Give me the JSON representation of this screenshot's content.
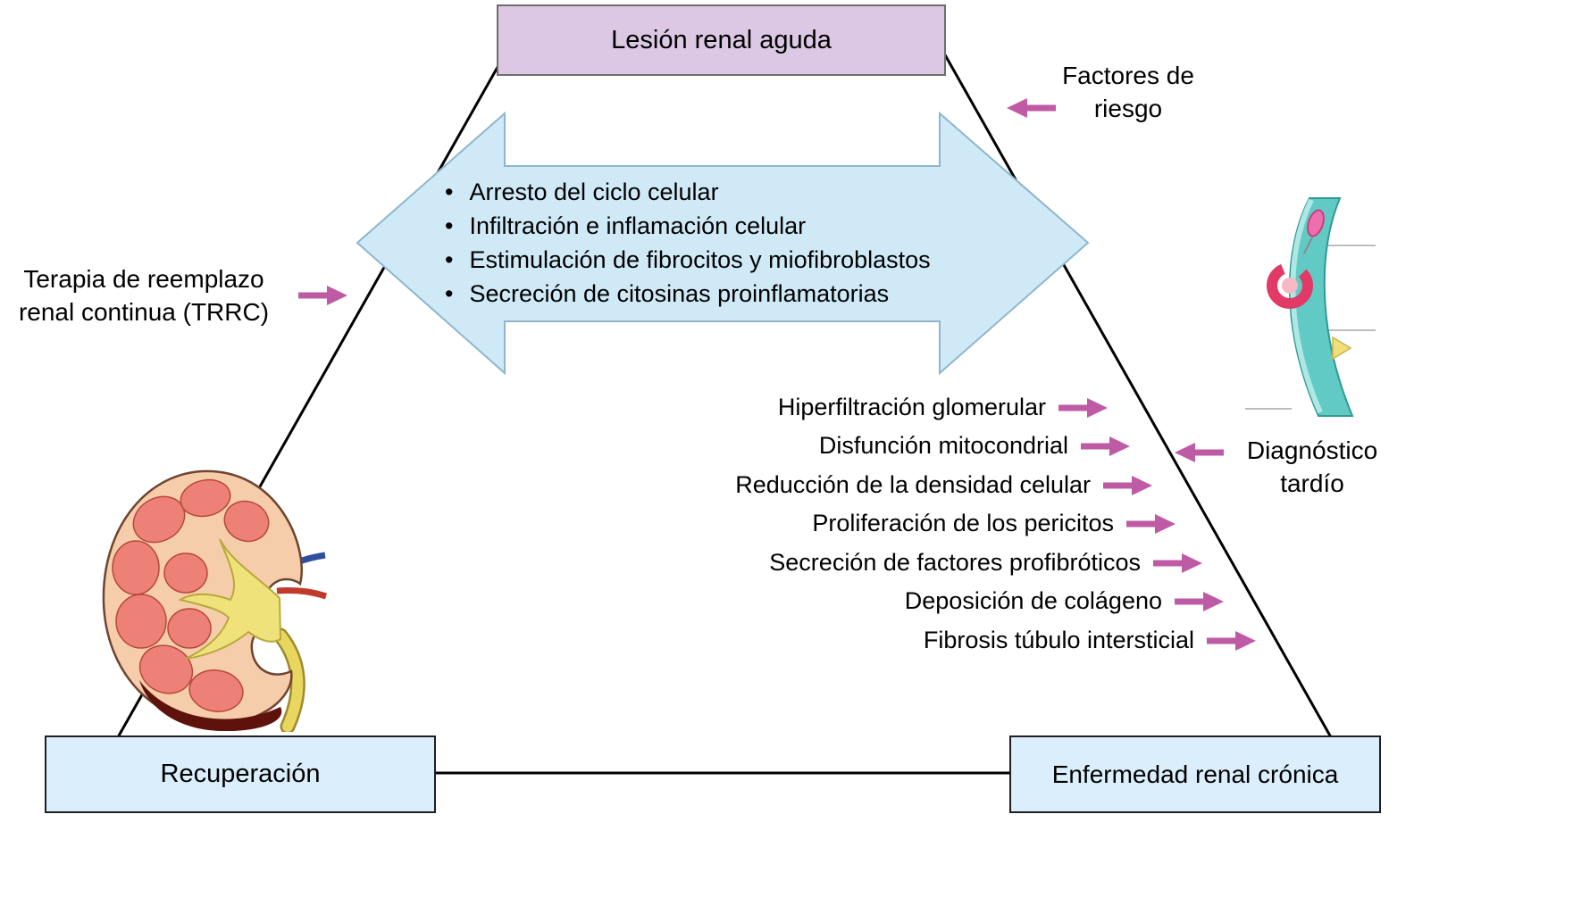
{
  "nodes": {
    "top": {
      "label": "Lesión renal aguda"
    },
    "bottom_left": {
      "label": "Recuperación"
    },
    "bottom_right": {
      "label": "Enfermedad renal crónica"
    }
  },
  "callouts": {
    "risk_factors": {
      "label": "Factores de riesgo",
      "arrow_direction": "left"
    },
    "crrt": {
      "label": "Terapia de reemplazo renal continua (TRRC)",
      "arrow_direction": "right"
    },
    "late_diagnosis": {
      "label": "Diagnóstico tardío",
      "arrow_direction": "left"
    }
  },
  "central_arrow": {
    "bullet": "•",
    "items": [
      {
        "label": "Arresto del ciclo celular"
      },
      {
        "label": "Infiltración e inflamación celular"
      },
      {
        "label": "Estimulación de fibrocitos y miofibroblastos"
      },
      {
        "label": "Secreción de citosinas proinflamatorias"
      }
    ]
  },
  "progression_list": {
    "items": [
      {
        "label": "Hiperfiltración glomerular"
      },
      {
        "label": "Disfunción mitocondrial"
      },
      {
        "label": "Reducción de la densidad celular"
      },
      {
        "label": "Proliferación de los pericitos"
      },
      {
        "label": "Secreción de factores profibróticos"
      },
      {
        "label": "Deposición de colágeno"
      },
      {
        "label": "Fibrosis túbulo intersticial"
      }
    ]
  },
  "icons": {
    "magenta_arrow": "arrow",
    "kidney": "kidney-illustration",
    "tubule_cell": "tubule-cell-illustration"
  },
  "colors": {
    "top_box_fill": "#dcc8e4",
    "bottom_box_fill": "#daeefb",
    "big_arrow_fill": "#cfe9f7",
    "accent_magenta": "#bf5ba4",
    "line": "#000000"
  }
}
